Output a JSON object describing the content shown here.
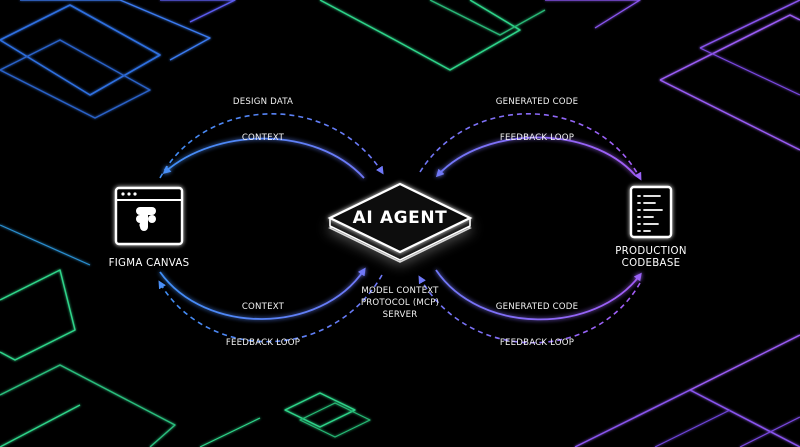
{
  "nodes": {
    "figma": {
      "label": "FIGMA CANVAS",
      "icon": "figma-browser-icon"
    },
    "agent": {
      "label": "AI AGENT"
    },
    "server": {
      "lines": [
        "MODEL CONTEXT",
        "PROTOCOL (MCP)",
        "SERVER"
      ]
    },
    "codebase": {
      "lines": [
        "PRODUCTION",
        "CODEBASE"
      ],
      "icon": "code-document-icon"
    }
  },
  "flows": {
    "top_left_outer": "DESIGN DATA",
    "top_left_inner": "CONTEXT",
    "top_right_outer": "GENERATED CODE",
    "top_right_inner": "FEEDBACK LOOP",
    "bottom_left_inner": "CONTEXT",
    "bottom_left_outer": "FEEDBACK LOOP",
    "bottom_right_inner": "GENERATED CODE",
    "bottom_right_outer": "FEEDBACK LOOP"
  },
  "colors": {
    "background": "#000000",
    "blue": "#3f8ef5",
    "violet": "#9a5cf5",
    "green": "#2fd58a",
    "white": "#ffffff"
  }
}
